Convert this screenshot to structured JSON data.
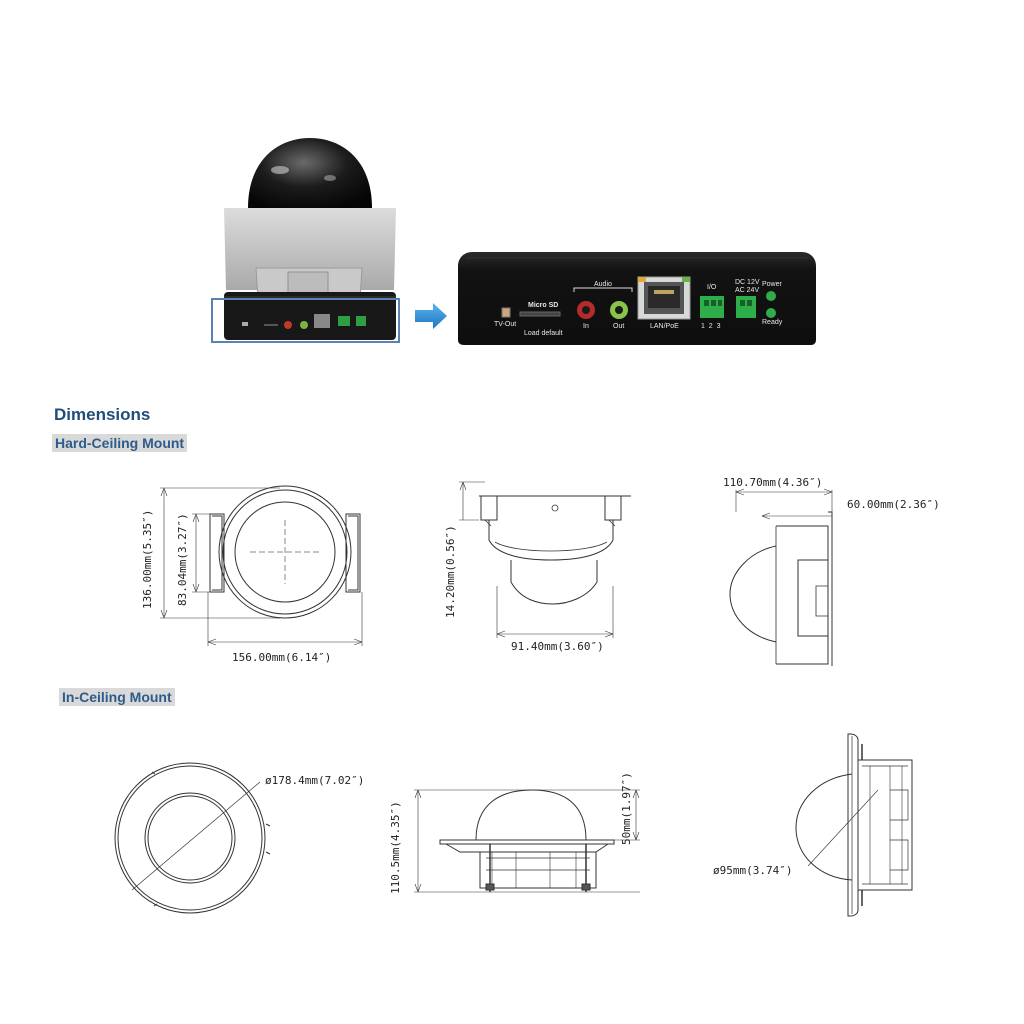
{
  "section_title": "Dimensions",
  "hard_ceiling": {
    "title": "Hard-Ceiling Mount",
    "front_height": "136.00mm(5.35″)",
    "front_inner": "83.04mm(3.27″)",
    "front_width": "156.00mm(6.14″)",
    "side_height": "14.20mm(0.56″)",
    "side_width": "91.40mm(3.60″)",
    "profile_total": "110.70mm(4.36″)",
    "profile_part": "60.00mm(2.36″)"
  },
  "in_ceiling": {
    "title": "In-Ceiling Mount",
    "outer_diameter": "ø178.4mm(7.02″)",
    "total_height": "110.5mm(4.35″)",
    "dome_height": "50mm(1.97″)",
    "dome_diameter": "ø95mm(3.74″)"
  },
  "panel": {
    "tv_out": "TV-Out",
    "micro_sd": "Micro SD",
    "load_default": "Load default",
    "audio": "Audio",
    "audio_in": "In",
    "audio_out": "Out",
    "lan": "LAN/PoE",
    "io": "I/O",
    "io_pins": "1  2  3",
    "power_spec": "DC 12V\nAC 24V",
    "power": "Power",
    "ready": "Ready"
  },
  "colors": {
    "heading": "#1f4e79",
    "highlight_box": "#5b82b5",
    "arrow": "#2a8fd6",
    "panel": "#1a1a1a"
  }
}
